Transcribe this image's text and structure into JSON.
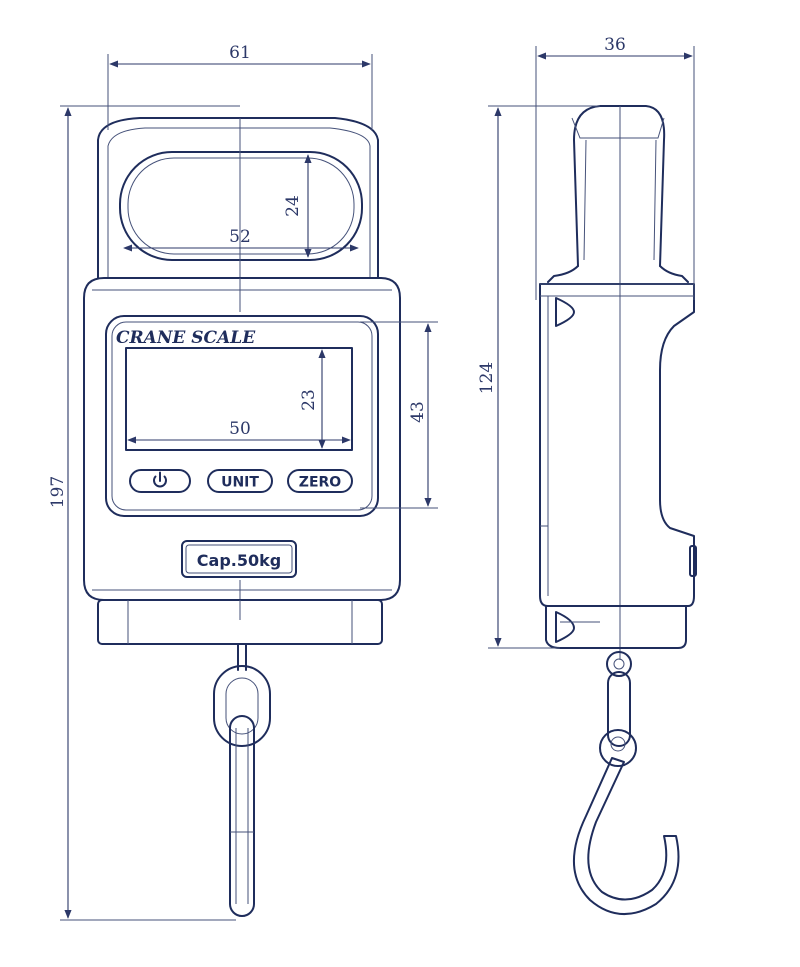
{
  "front_view": {
    "brand_label": "CRANE SCALE",
    "buttons": {
      "power_icon": "power-icon",
      "unit_label": "UNIT",
      "zero_label": "ZERO"
    },
    "capacity_label": "Cap.50kg"
  },
  "dimensions": {
    "total_width": "61",
    "handle_opening_width": "52",
    "handle_opening_height": "24",
    "display_width": "50",
    "display_height": "23",
    "panel_height": "43",
    "total_height": "197",
    "side_depth": "36",
    "side_body_height": "124"
  },
  "colors": {
    "line": "#1f2d5c",
    "background": "#ffffff"
  }
}
